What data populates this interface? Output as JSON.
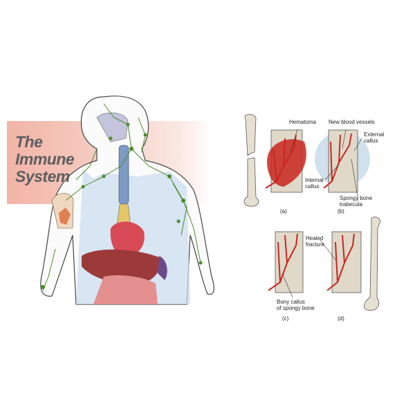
{
  "immune_panel": {
    "title_lines": [
      "The",
      "Immune",
      "System"
    ],
    "colors": {
      "banner": "#f2b4a6",
      "lymph": "#4a8a2a",
      "organs": "#b8404a"
    }
  },
  "fracture_panel": {
    "labels": {
      "hematoma": "Hematoma",
      "new_vessels": "New blood vessels",
      "external_callus": [
        "External",
        "callus"
      ],
      "internal_callus": [
        "Internal",
        "callus"
      ],
      "spongy_trabecula": [
        "Spongy bone",
        "trabecula"
      ],
      "healed_fracture": [
        "Healed",
        "fracture"
      ],
      "bony_callus": [
        "Bony callus",
        "of spongy bone"
      ]
    },
    "captions": [
      "(a)",
      "(b)",
      "(c)",
      "(d)"
    ],
    "colors": {
      "bone": "#e6e0d2",
      "blood": "#c8261e",
      "callus": "#bcd4e6"
    }
  }
}
